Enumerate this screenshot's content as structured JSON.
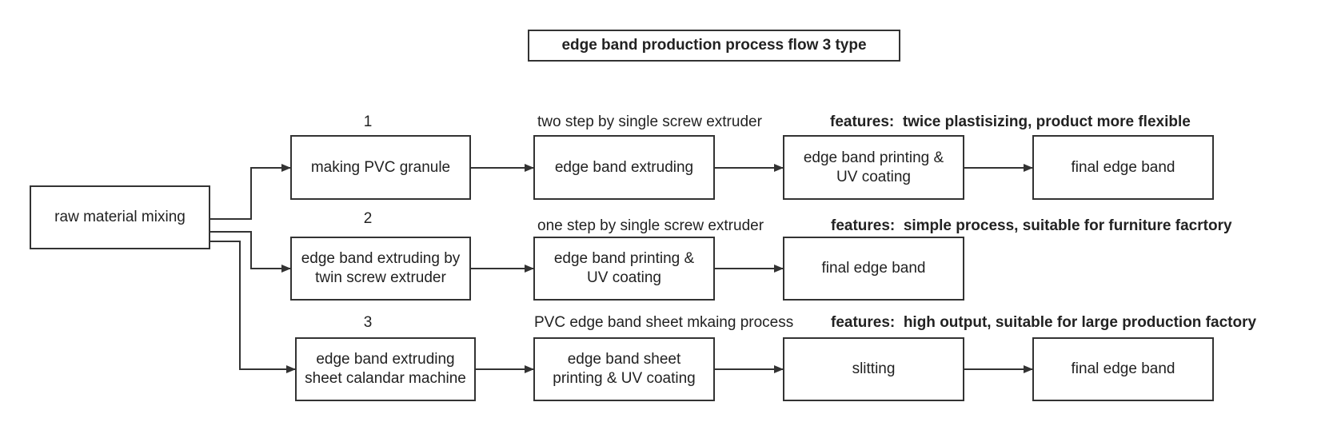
{
  "title": "edge band production process flow  3 type",
  "start": "raw material mixing",
  "rows": [
    {
      "number": "1",
      "method": "two step by single screw extruder",
      "features_label": "features:",
      "features_text": "twice plastisizing, product more flexible",
      "steps": [
        "making PVC granule",
        "edge band extruding",
        "edge band printing & UV coating",
        "final edge band"
      ]
    },
    {
      "number": "2",
      "method": "one step by single screw extruder",
      "features_label": "features:",
      "features_text": "simple process, suitable for furniture facrtory",
      "steps": [
        "edge band extruding by twin screw extruder",
        "edge band printing & UV coating",
        "final edge band"
      ]
    },
    {
      "number": "3",
      "method": "PVC edge band sheet mkaing process",
      "features_label": "features:",
      "features_text": "high output, suitable for large production factory",
      "steps": [
        "edge band extruding sheet calandar machine",
        "edge band sheet printing & UV coating",
        "slitting",
        "final edge band"
      ]
    }
  ]
}
